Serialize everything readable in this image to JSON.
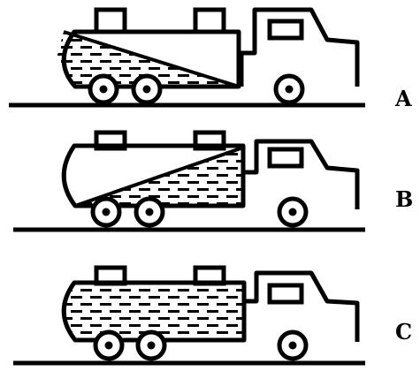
{
  "panels": [
    {
      "label": "A",
      "fill": "diagonal-rear-to-cab-bottom"
    },
    {
      "label": "B",
      "fill": "diagonal-cab-top-to-rear-bottom"
    },
    {
      "label": "C",
      "fill": "full"
    }
  ],
  "colors": {
    "ink": "#000000",
    "paper": "#ffffff"
  }
}
